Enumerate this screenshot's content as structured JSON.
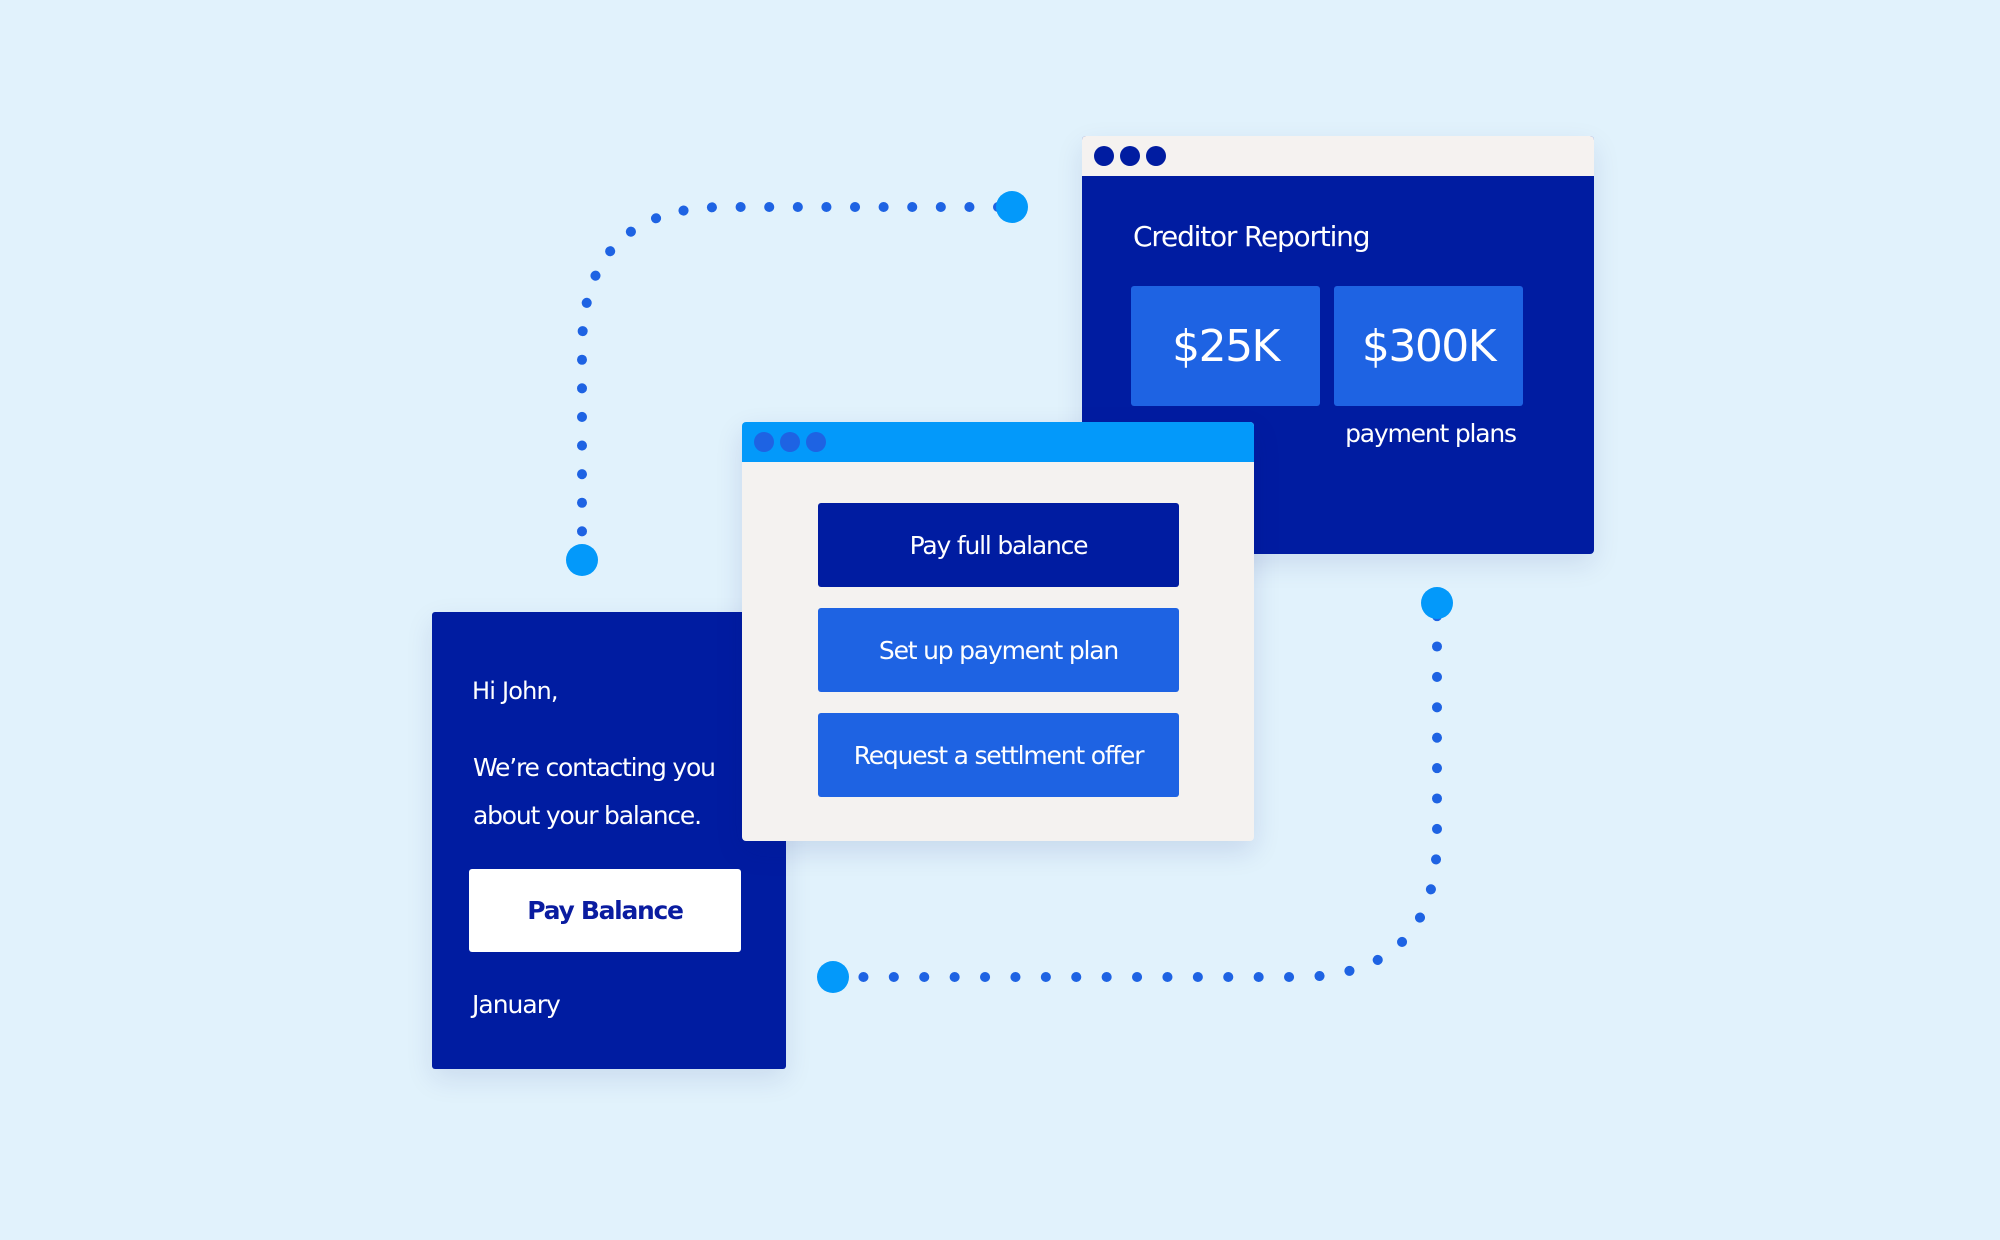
{
  "email": {
    "greeting": "Hi John,",
    "body": "We’re contacting you about your balance.",
    "button_label": "Pay Balance",
    "month": "January"
  },
  "report": {
    "title": "Creditor Reporting",
    "stats": [
      "$25K",
      "$300K"
    ],
    "caption": "payment plans"
  },
  "options": {
    "buttons": [
      "Pay full balance",
      "Set up payment plan",
      "Request a settlment offer"
    ]
  },
  "colors": {
    "background": "#e1f2fc",
    "navy": "#001ca1",
    "blue": "#1e63e3",
    "sky": "#0399fa",
    "light_panel": "#f4f2f0"
  }
}
